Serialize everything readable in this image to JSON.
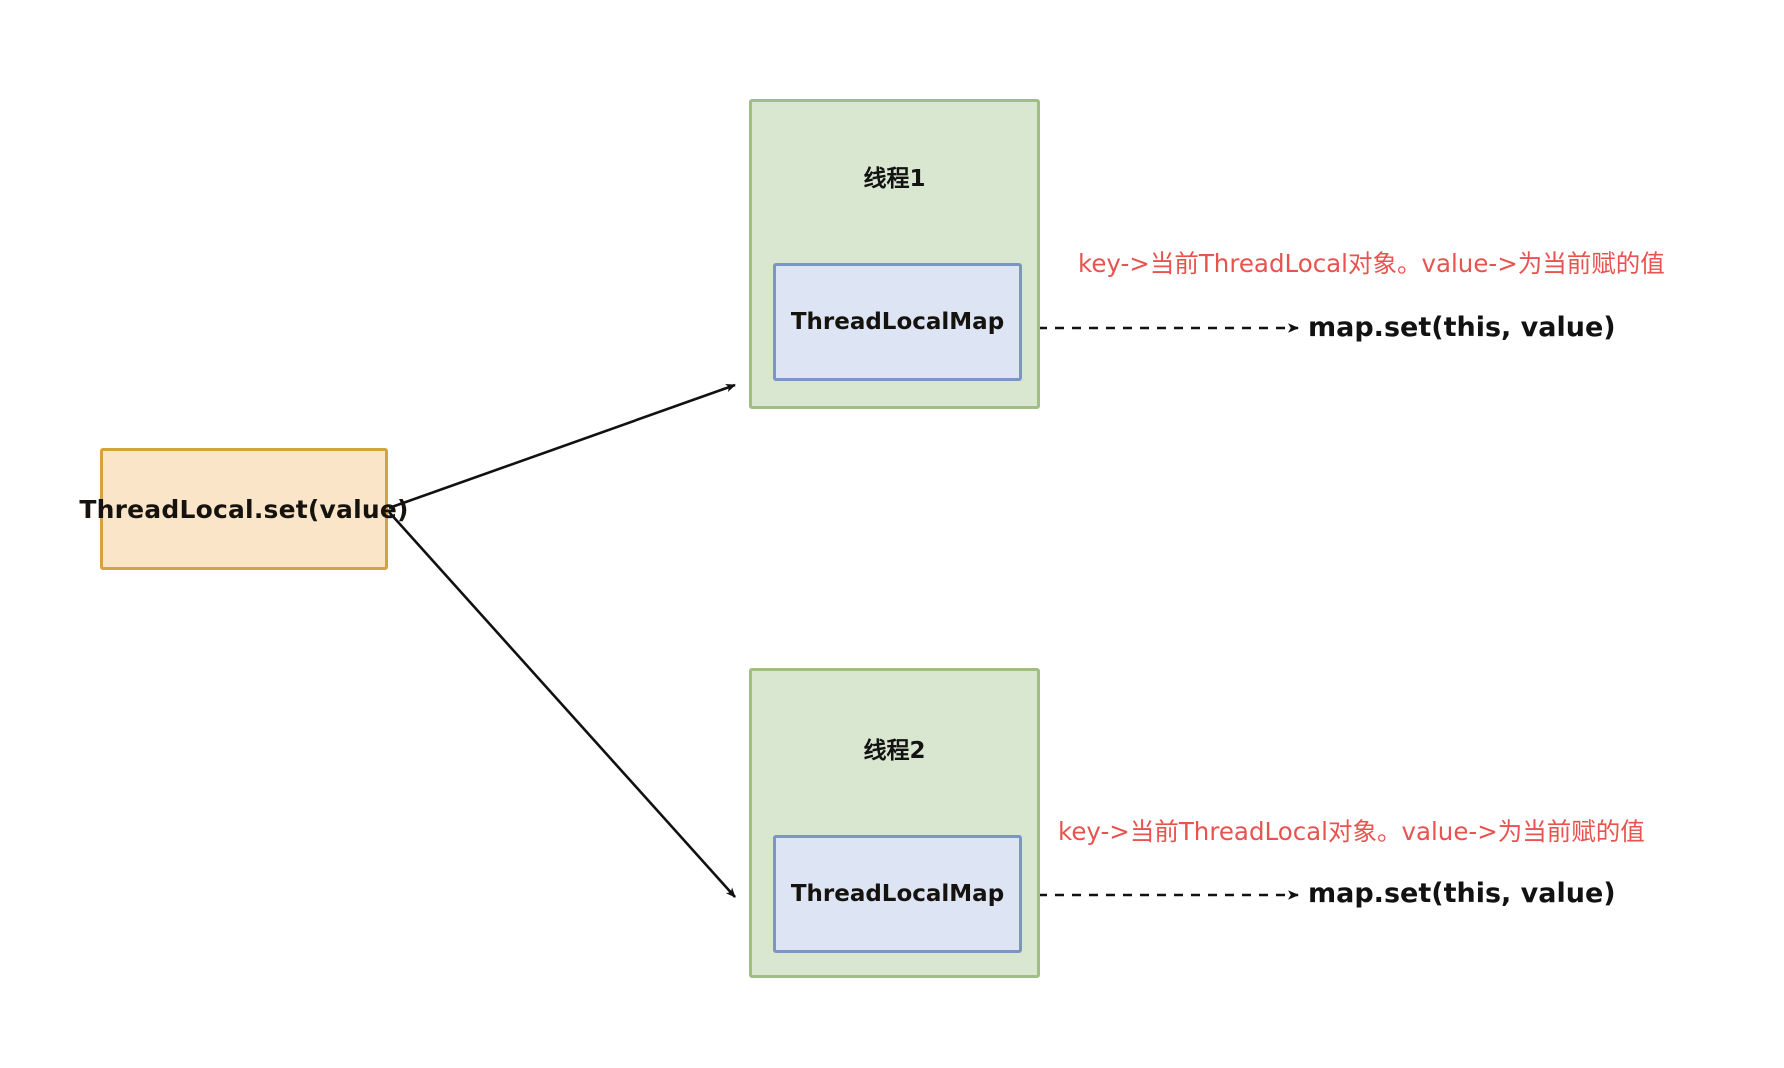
{
  "diagram": {
    "title": "ThreadLocal.set(value) flow",
    "background_color": "#ffffff",
    "nodes": {
      "source": {
        "label": "ThreadLocal.set(value)",
        "fill": "#fae5c8",
        "stroke": "#d6a23d"
      },
      "thread1": {
        "label": "线程1",
        "fill": "#d9e6d0",
        "stroke": "#9fbd85",
        "inner": {
          "label": "ThreadLocalMap",
          "fill": "#dde5f5",
          "stroke": "#7b95c4"
        }
      },
      "thread2": {
        "label": "线程2",
        "fill": "#d9e6d0",
        "stroke": "#9fbd85",
        "inner": {
          "label": "ThreadLocalMap",
          "fill": "#dde5f5",
          "stroke": "#7b95c4"
        }
      }
    },
    "annotations": {
      "note1_red": "key->当前ThreadLocal对象。value->为当前赋的值",
      "note1_black": "map.set(this, value)",
      "note2_red": "key->当前ThreadLocal对象。value->为当前赋的值",
      "note2_black": "map.set(this, value)",
      "red_color": "#e8534f",
      "black_color": "#121212"
    },
    "edges": [
      {
        "name": "source-to-thread1",
        "style": "solid",
        "arrow": "end",
        "color": "#111111"
      },
      {
        "name": "source-to-thread2",
        "style": "solid",
        "arrow": "end",
        "color": "#111111"
      },
      {
        "name": "map1-to-note1",
        "style": "dashed",
        "arrow": "end",
        "color": "#111111"
      },
      {
        "name": "map2-to-note2",
        "style": "dashed",
        "arrow": "end",
        "color": "#111111"
      }
    ]
  }
}
